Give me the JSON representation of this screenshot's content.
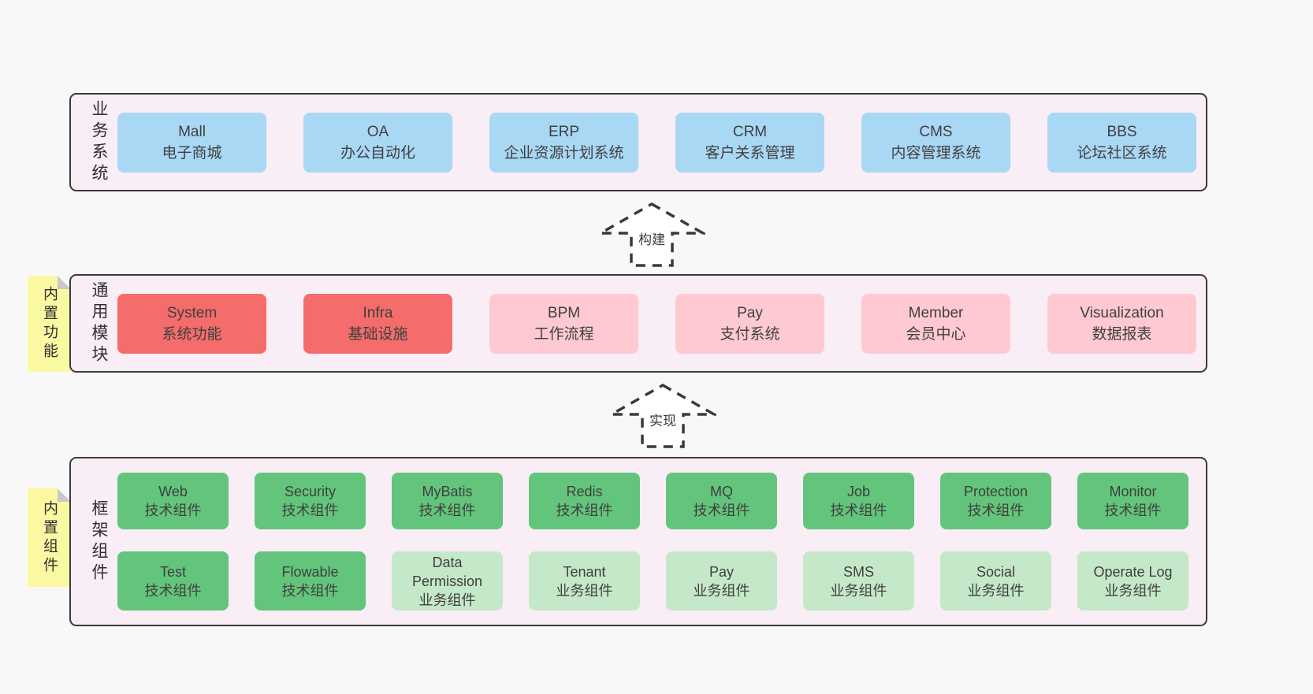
{
  "colors": {
    "page_bg": "#f8f8f8",
    "panel_bg": "#f9edf6",
    "panel_border": "#3b3b3b",
    "blue": "#a9d8f5",
    "red": "#f56c6c",
    "pink": "#ffc9d2",
    "green_dark": "#63c57c",
    "green_light": "#c5e8c8",
    "yellow": "#fbf8a2",
    "fold": "#c9c9c9",
    "text": "#3f3f3f"
  },
  "arrows": [
    {
      "label": "构建"
    },
    {
      "label": "实现"
    }
  ],
  "panels": {
    "business": {
      "label": "业务系统",
      "items": [
        {
          "name": "Mall",
          "desc": "电子商城"
        },
        {
          "name": "OA",
          "desc": "办公自动化"
        },
        {
          "name": "ERP",
          "desc": "企业资源计划系统"
        },
        {
          "name": "CRM",
          "desc": "客户关系管理"
        },
        {
          "name": "CMS",
          "desc": "内容管理系统"
        },
        {
          "name": "BBS",
          "desc": "论坛社区系统"
        }
      ]
    },
    "modules": {
      "label": "通用模块",
      "sticky": "内置功能",
      "items": [
        {
          "name": "System",
          "desc": "系统功能"
        },
        {
          "name": "Infra",
          "desc": "基础设施"
        },
        {
          "name": "BPM",
          "desc": "工作流程"
        },
        {
          "name": "Pay",
          "desc": "支付系统"
        },
        {
          "name": "Member",
          "desc": "会员中心"
        },
        {
          "name": "Visualization",
          "desc": "数据报表"
        }
      ]
    },
    "framework": {
      "label": "框架组件",
      "sticky": "内置组件",
      "row1": [
        {
          "name": "Web",
          "desc": "技术组件"
        },
        {
          "name": "Security",
          "desc": "技术组件"
        },
        {
          "name": "MyBatis",
          "desc": "技术组件"
        },
        {
          "name": "Redis",
          "desc": "技术组件"
        },
        {
          "name": "MQ",
          "desc": "技术组件"
        },
        {
          "name": "Job",
          "desc": "技术组件"
        },
        {
          "name": "Protection",
          "desc": "技术组件"
        },
        {
          "name": "Monitor",
          "desc": "技术组件"
        }
      ],
      "row2": [
        {
          "name": "Test",
          "desc": "技术组件"
        },
        {
          "name": "Flowable",
          "desc": "技术组件"
        },
        {
          "name": "Data Permission",
          "desc": "业务组件"
        },
        {
          "name": "Tenant",
          "desc": "业务组件"
        },
        {
          "name": "Pay",
          "desc": "业务组件"
        },
        {
          "name": "SMS",
          "desc": "业务组件"
        },
        {
          "name": "Social",
          "desc": "业务组件"
        },
        {
          "name": "Operate Log",
          "desc": "业务组件"
        }
      ]
    }
  }
}
